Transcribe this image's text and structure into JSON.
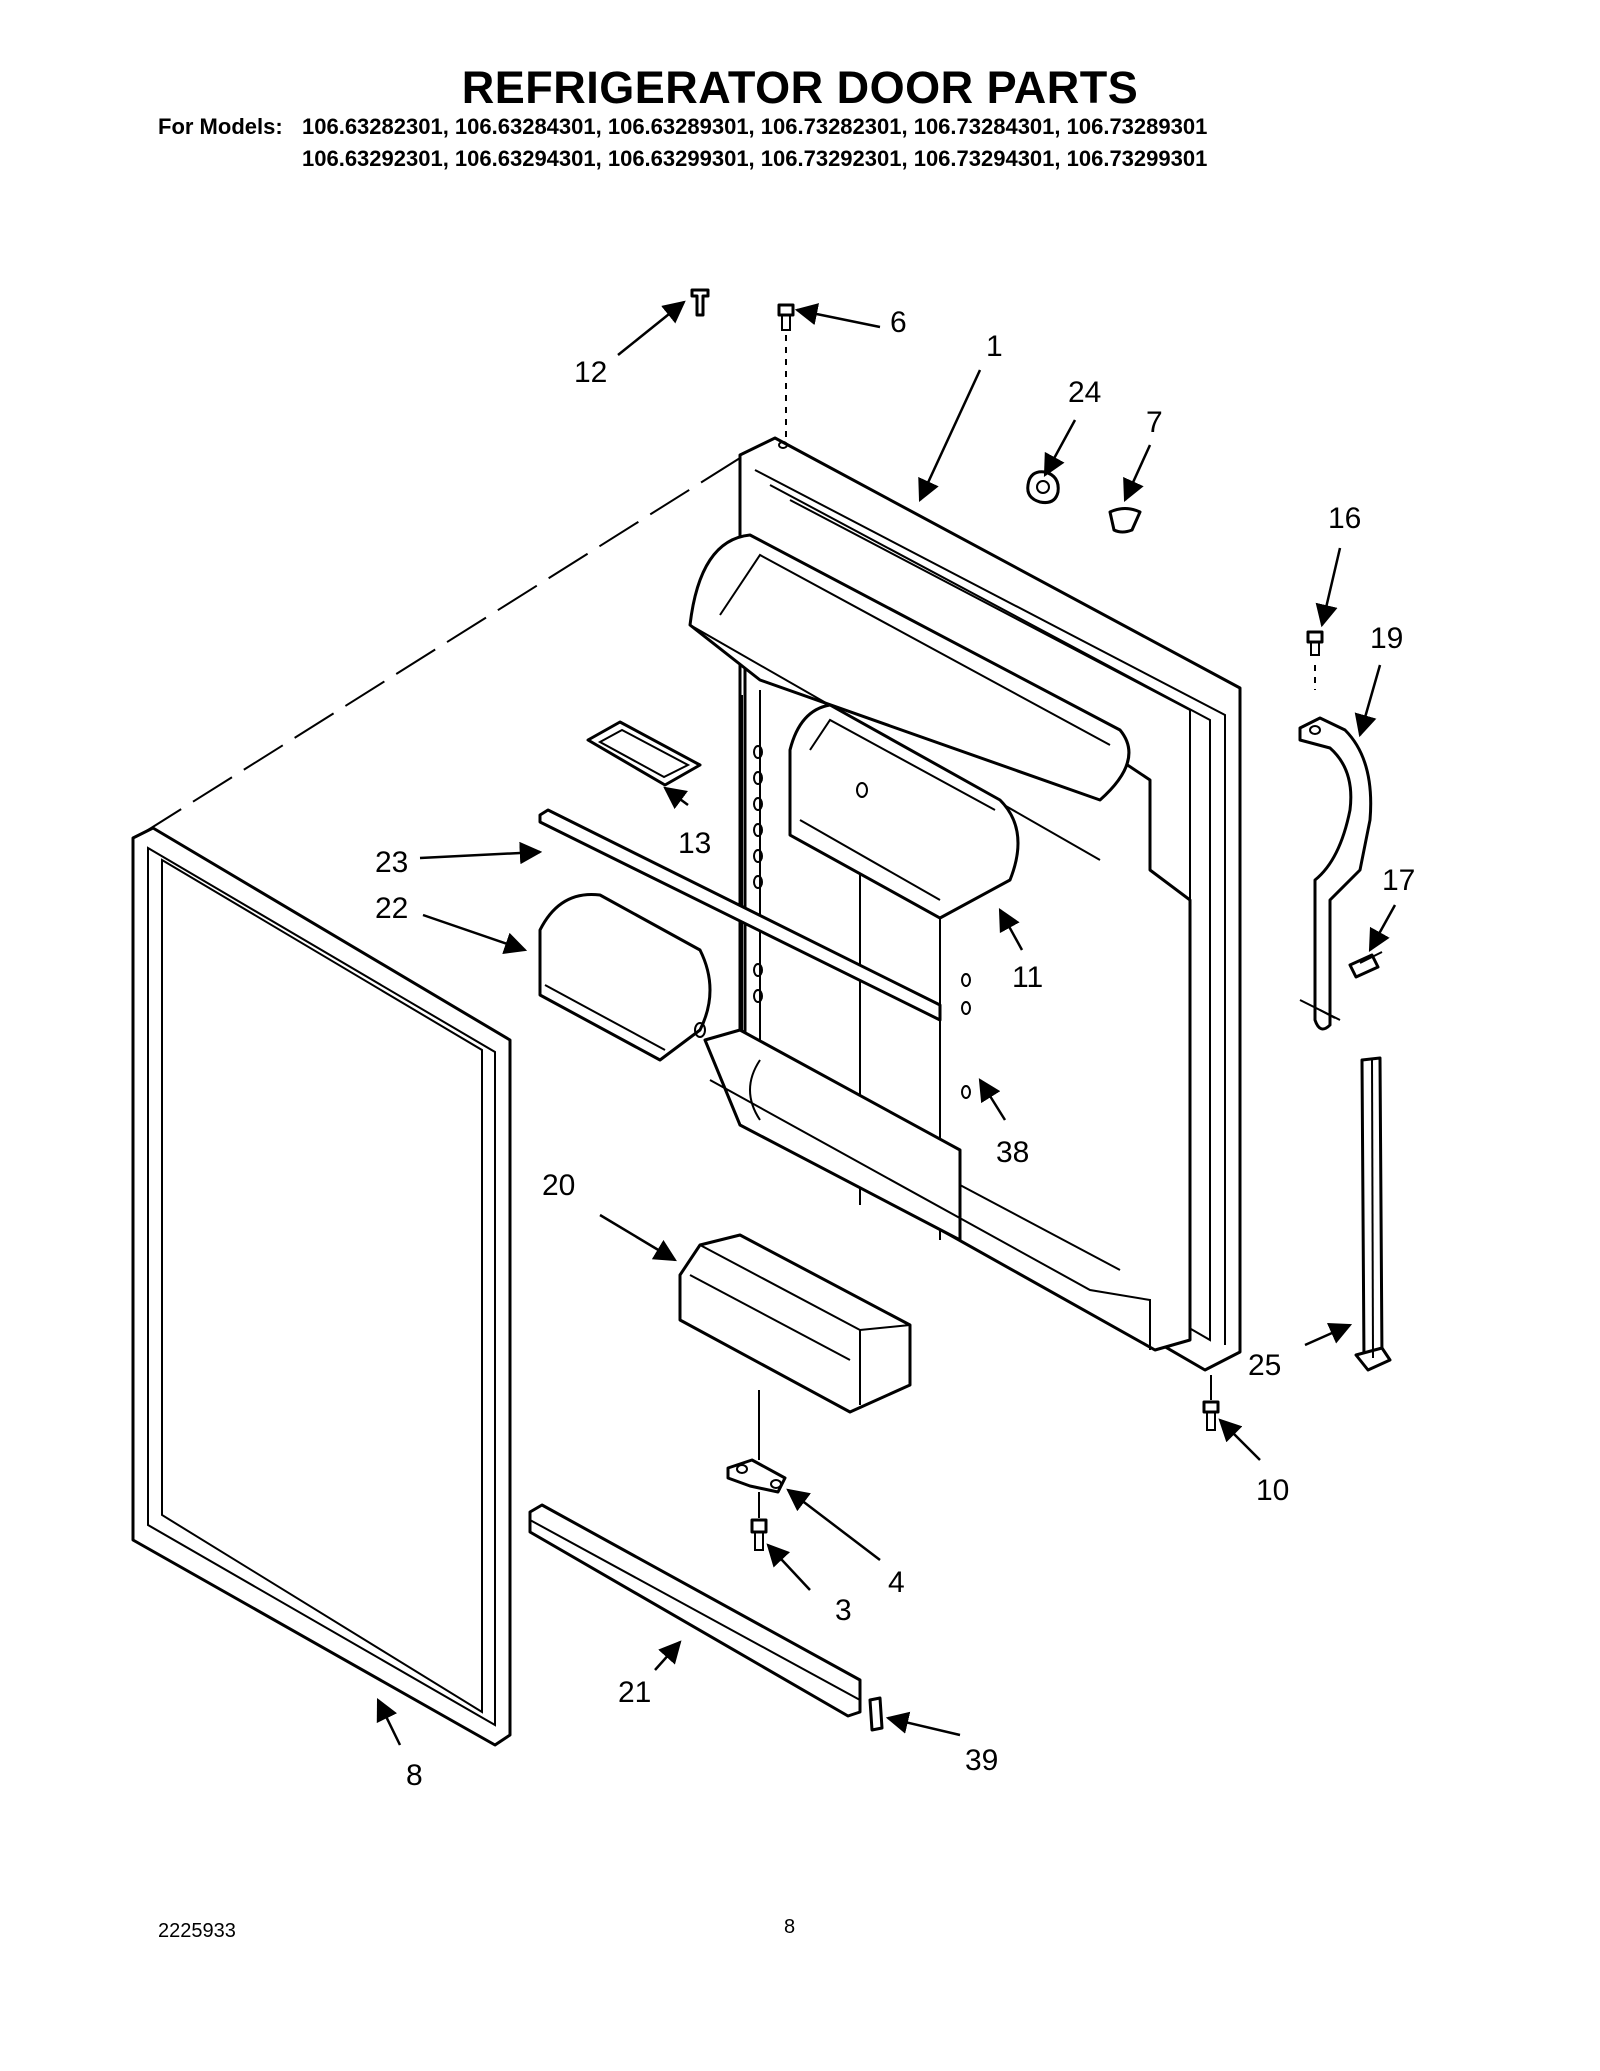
{
  "header": {
    "title": "REFRIGERATOR DOOR PARTS",
    "models_label": "For Models:",
    "models_line_1": "106.63282301, 106.63284301, 106.63289301, 106.73282301, 106.73284301, 106.73289301",
    "models_line_2": "106.63292301, 106.63294301, 106.63299301, 106.73292301, 106.73294301, 106.73299301"
  },
  "callouts": {
    "c1": "1",
    "c3": "3",
    "c4": "4",
    "c6": "6",
    "c7": "7",
    "c8": "8",
    "c10": "10",
    "c11": "11",
    "c12": "12",
    "c13": "13",
    "c16": "16",
    "c17": "17",
    "c19": "19",
    "c20": "20",
    "c21": "21",
    "c22": "22",
    "c23": "23",
    "c24": "24",
    "c25": "25",
    "c38": "38",
    "c39": "39"
  },
  "footer": {
    "doc_number": "2225933",
    "page_number": "8"
  }
}
